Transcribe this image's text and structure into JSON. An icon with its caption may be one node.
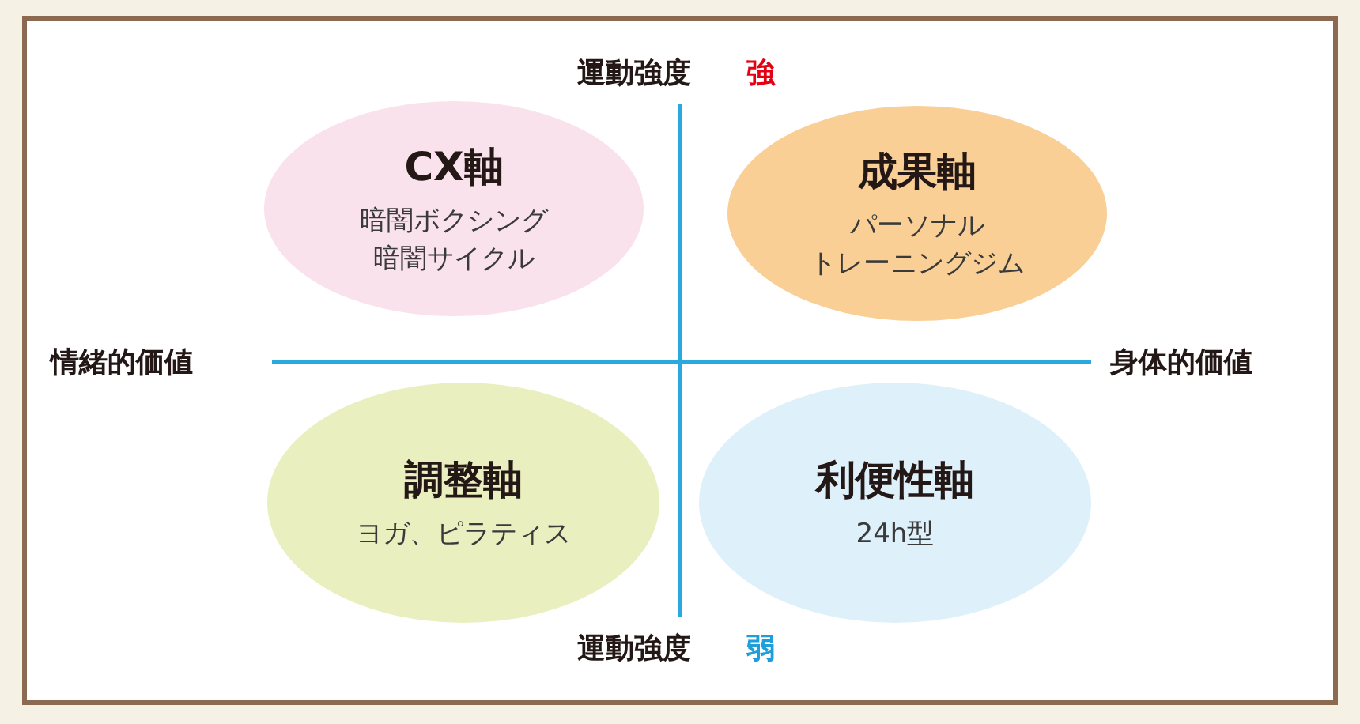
{
  "diagram": {
    "nodes": [
      {
        "text": [
          "CX軸",
          "暗闇ボクシング",
          "暗闇サイクル"
        ]
      },
      {
        "text": [
          "成果軸",
          "パーソナル",
          "トレーニングジム"
        ]
      },
      {
        "text": [
          "調整軸",
          "ヨガ、ピラティス"
        ]
      },
      {
        "text": [
          "利便性軸",
          "24h型"
        ]
      }
    ],
    "labels": [
      "運動強度",
      "強",
      "情緒的価値",
      "身体的価値",
      "運動強度",
      "弱"
    ]
  }
}
